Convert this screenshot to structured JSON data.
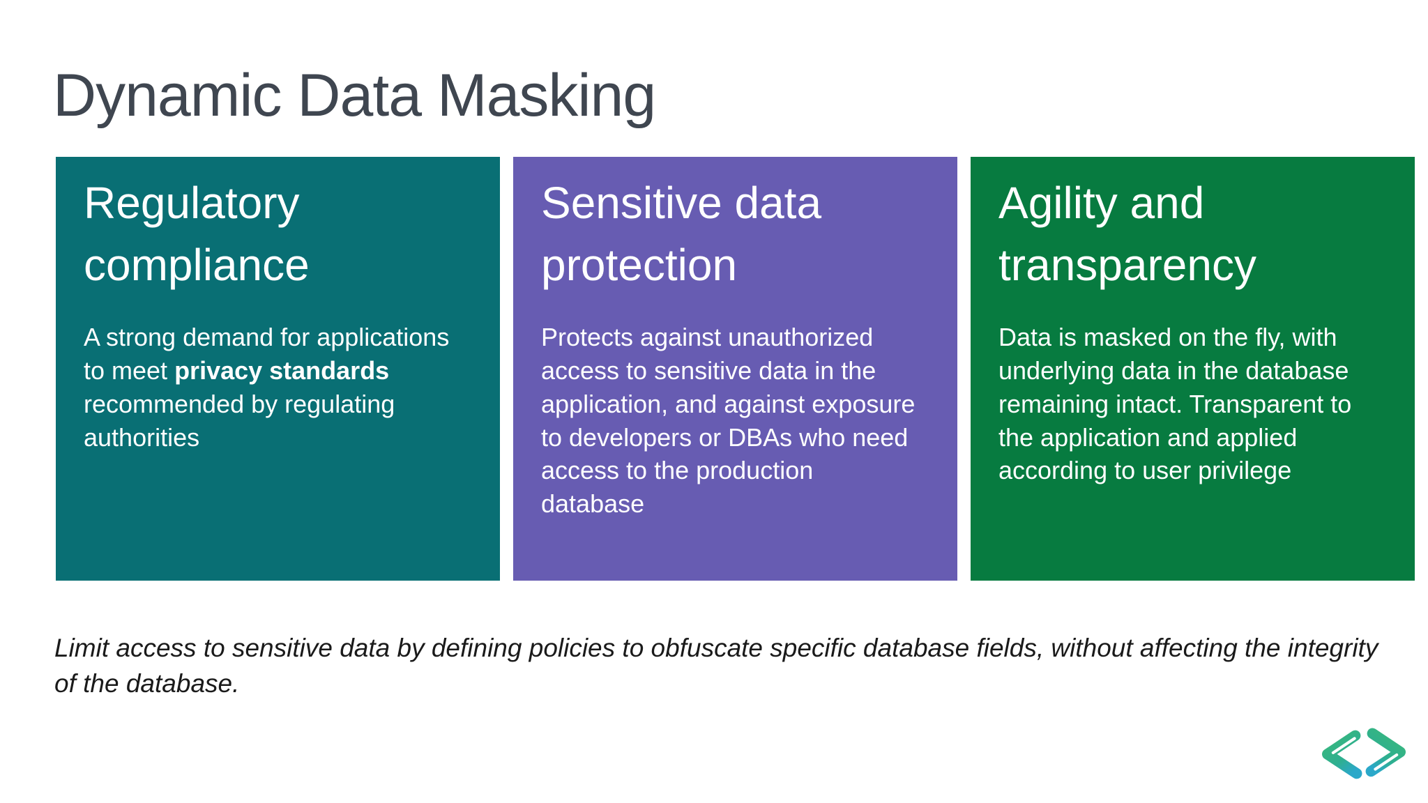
{
  "slide": {
    "title": "Dynamic Data Masking",
    "cards": [
      {
        "title": "Regulatory compliance",
        "color": "#096F74",
        "body_segments": [
          {
            "text": "A strong demand for applications to meet "
          },
          {
            "text": "privacy standards",
            "bold": true
          },
          {
            "text": " recommended by regulating authorities"
          }
        ]
      },
      {
        "title": "Sensitive data protection",
        "color": "#675CB2",
        "body_segments": [
          {
            "text": "Protects against unauthorized access to sensitive data in the application, and against exposure to developers or DBAs who need access to the production database"
          }
        ]
      },
      {
        "title": "Agility and transparency",
        "color": "#077B40",
        "body_segments": [
          {
            "text": "Data is masked on the fly, with underlying data in the database remaining intact. Transparent to the application and applied according to user privilege"
          }
        ]
      }
    ],
    "footer": "Limit access to sensitive data by defining policies to obfuscate specific database fields, without affecting the integrity of the database.",
    "logo": {
      "icon": "code-chevrons-icon",
      "gradient_start": "#38B77E",
      "gradient_end": "#2BA8C9"
    },
    "colors": {
      "background": "#FFFFFF",
      "title_text": "#3F4650",
      "card_text": "#FFFFFF",
      "footer_text": "#1A1A1A"
    }
  }
}
